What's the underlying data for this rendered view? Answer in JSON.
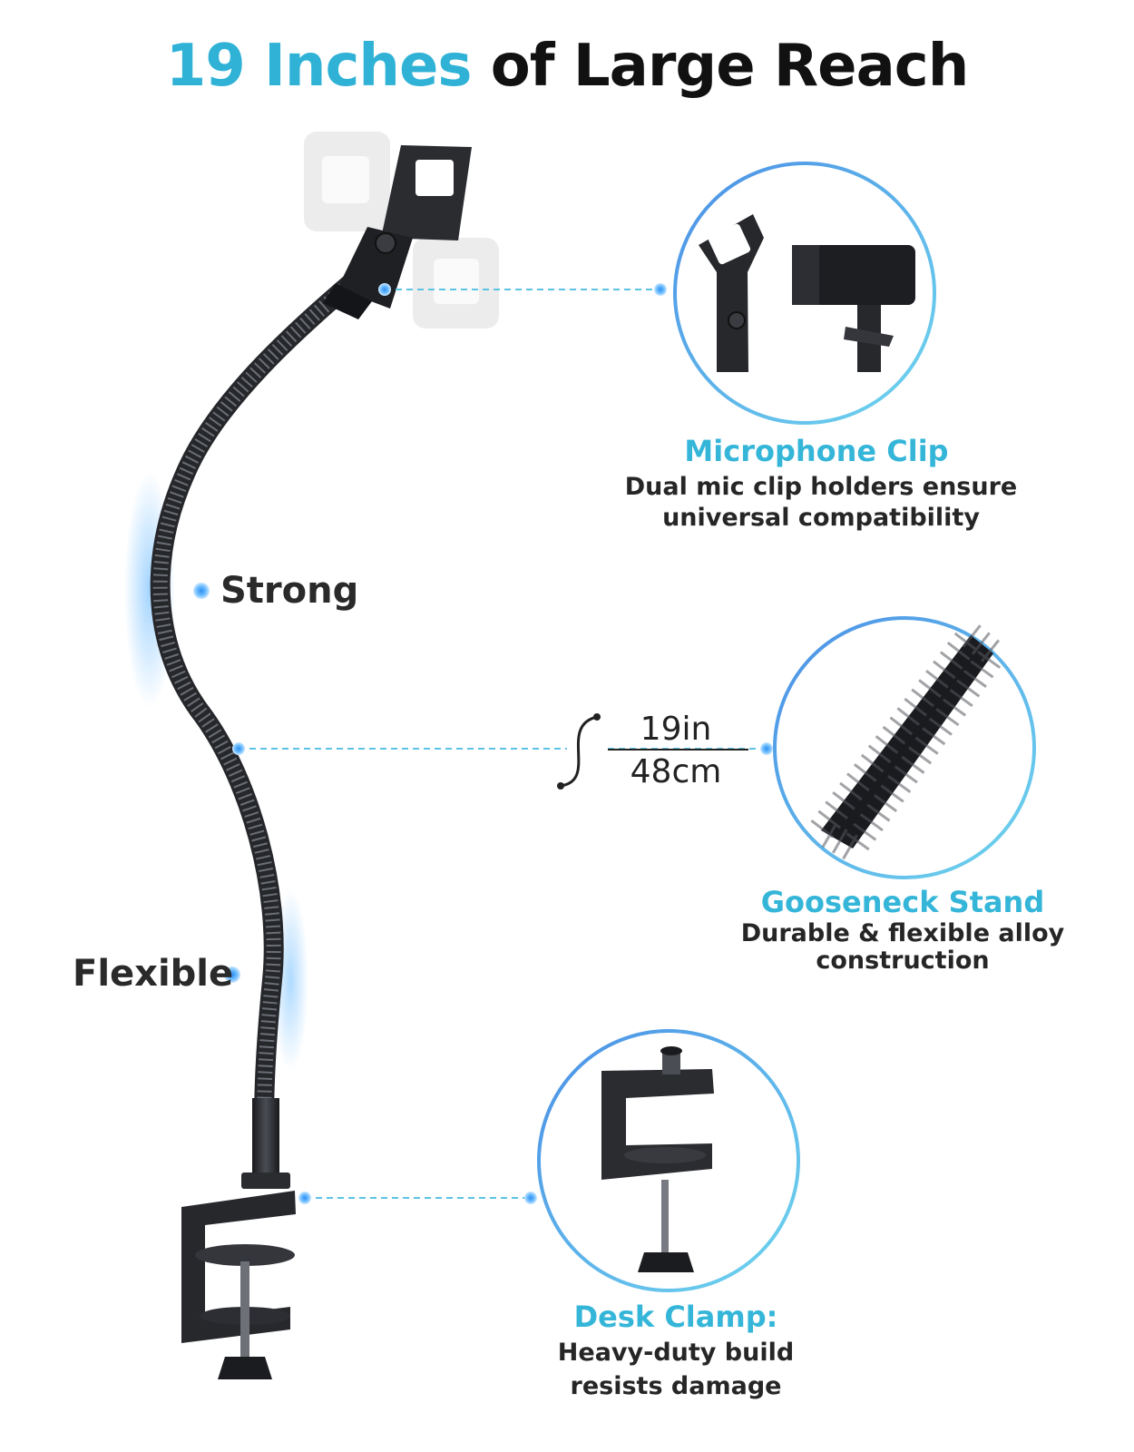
{
  "headline": {
    "accent": "19 Inches",
    "rest": " of Large Reach"
  },
  "labels": {
    "strong": "Strong",
    "flexible": "Flexible"
  },
  "measurement": {
    "imperial": "19in",
    "metric": "48cm"
  },
  "features": [
    {
      "title": "Microphone Clip",
      "description_line1": "Dual mic clip holders ensure",
      "description_line2": "universal compatibility"
    },
    {
      "title": "Gooseneck Stand",
      "description_line1": "Durable & flexible alloy",
      "description_line2": "construction"
    },
    {
      "title": "Desk Clamp:",
      "description_line1": "Heavy-duty build",
      "description_line2": "resists damage"
    }
  ],
  "colors": {
    "accent": "#2fb2d6",
    "leader": "#5cc3e4",
    "circle": "#4fa6e8",
    "metal": "#2b2d31"
  }
}
